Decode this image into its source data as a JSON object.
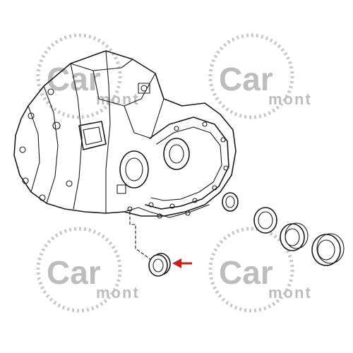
{
  "watermark": {
    "brand_big": "Car",
    "brand_small": "mont",
    "color": "#bdbdbd"
  },
  "diagram": {
    "arrow_color": "#c0221f",
    "line_color": "#1a1a1a",
    "highlighted_part": "oil-seal"
  }
}
